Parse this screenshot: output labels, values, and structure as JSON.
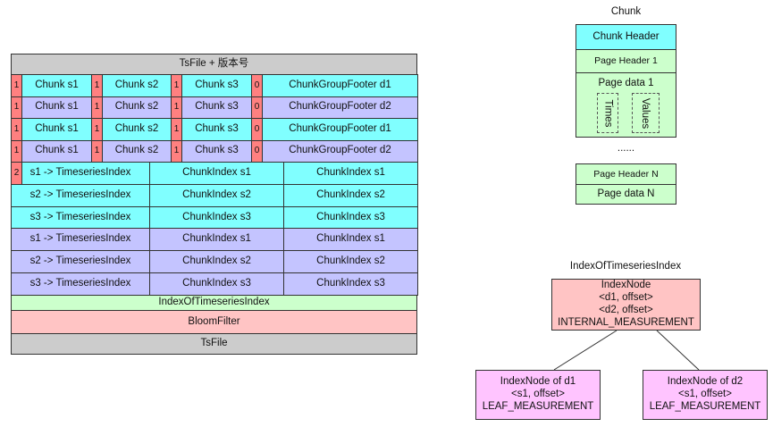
{
  "tsfile": {
    "header": "TsFile + 版本号",
    "chunk_rows": [
      {
        "group": "d1",
        "color": "#80ffff",
        "cells": [
          "1",
          "Chunk s1",
          "1",
          "Chunk s2",
          "1",
          "Chunk s3",
          "0",
          "ChunkGroupFooter d1"
        ]
      },
      {
        "group": "d2",
        "color": "#c4c4ff",
        "cells": [
          "1",
          "Chunk s1",
          "1",
          "Chunk s2",
          "1",
          "Chunk s3",
          "0",
          "ChunkGroupFooter d2"
        ]
      },
      {
        "group": "d1",
        "color": "#80ffff",
        "cells": [
          "1",
          "Chunk s1",
          "1",
          "Chunk s2",
          "1",
          "Chunk s3",
          "0",
          "ChunkGroupFooter d1"
        ]
      },
      {
        "group": "d2",
        "color": "#c4c4ff",
        "cells": [
          "1",
          "Chunk s1",
          "1",
          "Chunk s2",
          "1",
          "Chunk s3",
          "0",
          "ChunkGroupFooter d2"
        ]
      }
    ],
    "index_marker": "2",
    "index_rows": [
      {
        "color": "#80ffff",
        "cells": [
          "s1 -> TimeseriesIndex",
          "ChunkIndex s1",
          "ChunkIndex s1"
        ]
      },
      {
        "color": "#80ffff",
        "cells": [
          "s2 -> TimeseriesIndex",
          "ChunkIndex s2",
          "ChunkIndex s2"
        ]
      },
      {
        "color": "#80ffff",
        "cells": [
          "s3 -> TimeseriesIndex",
          "ChunkIndex s3",
          "ChunkIndex s3"
        ]
      },
      {
        "color": "#c4c4ff",
        "cells": [
          "s1 -> TimeseriesIndex",
          "ChunkIndex s1",
          "ChunkIndex s1"
        ]
      },
      {
        "color": "#c4c4ff",
        "cells": [
          "s2 -> TimeseriesIndex",
          "ChunkIndex s2",
          "ChunkIndex s2"
        ]
      },
      {
        "color": "#c4c4ff",
        "cells": [
          "s3 -> TimeseriesIndex",
          "ChunkIndex s3",
          "ChunkIndex s3"
        ]
      }
    ],
    "index_of_ts": "IndexOfTimeseriesIndex",
    "bloom": "BloomFilter",
    "footer": "TsFile"
  },
  "chunk": {
    "title": "Chunk",
    "header": "Chunk Header",
    "page_header_1": "Page Header 1",
    "page_data_1": "Page data 1",
    "times": "Times",
    "values": "Values",
    "ellipsis": "......",
    "page_header_n": "Page Header N",
    "page_data_n": "Page data N"
  },
  "tree": {
    "title": "IndexOfTimeseriesIndex",
    "root": [
      "IndexNode",
      "<d1, offset>",
      "<d2, offset>",
      "INTERNAL_MEASUREMENT"
    ],
    "left": [
      "IndexNode of d1",
      "<s1, offset>",
      "LEAF_MEASUREMENT"
    ],
    "right": [
      "IndexNode of d2",
      "<s1, offset>",
      "LEAF_MEASUREMENT"
    ]
  }
}
